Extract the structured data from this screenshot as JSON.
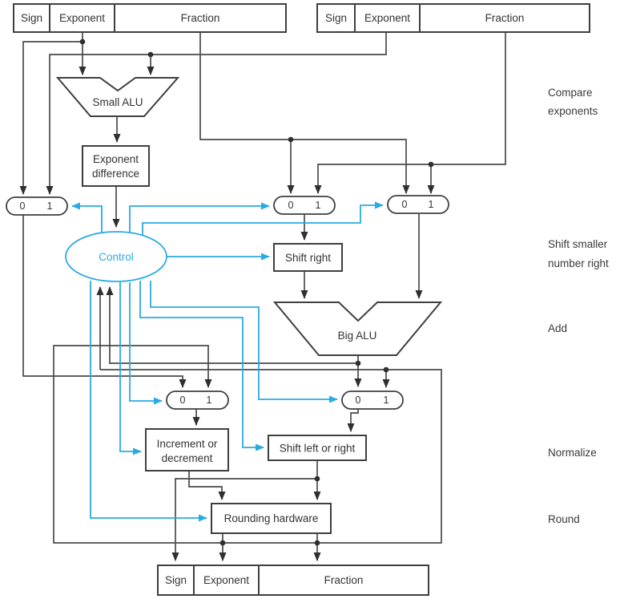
{
  "diagram": {
    "title_hint": "floating-point-addition-datapath",
    "register_fields": {
      "sign": "Sign",
      "exponent": "Exponent",
      "fraction": "Fraction"
    },
    "blocks": {
      "small_alu": "Small ALU",
      "exp_diff_line1": "Exponent",
      "exp_diff_line2": "difference",
      "control": "Control",
      "shift_right": "Shift right",
      "big_alu": "Big ALU",
      "inc_dec_line1": "Increment or",
      "inc_dec_line2": "decrement",
      "shift_left_right": "Shift left or right",
      "rounding": "Rounding hardware"
    },
    "mux": {
      "zero": "0",
      "one": "1"
    },
    "stages": {
      "compare_line1": "Compare",
      "compare_line2": "exponents",
      "shift_line1": "Shift smaller",
      "shift_line2": "number right",
      "add": "Add",
      "normalize": "Normalize",
      "round": "Round"
    },
    "colors": {
      "accent": "#29abe2",
      "wire": "#4a4a4a",
      "text": "#333333"
    }
  }
}
